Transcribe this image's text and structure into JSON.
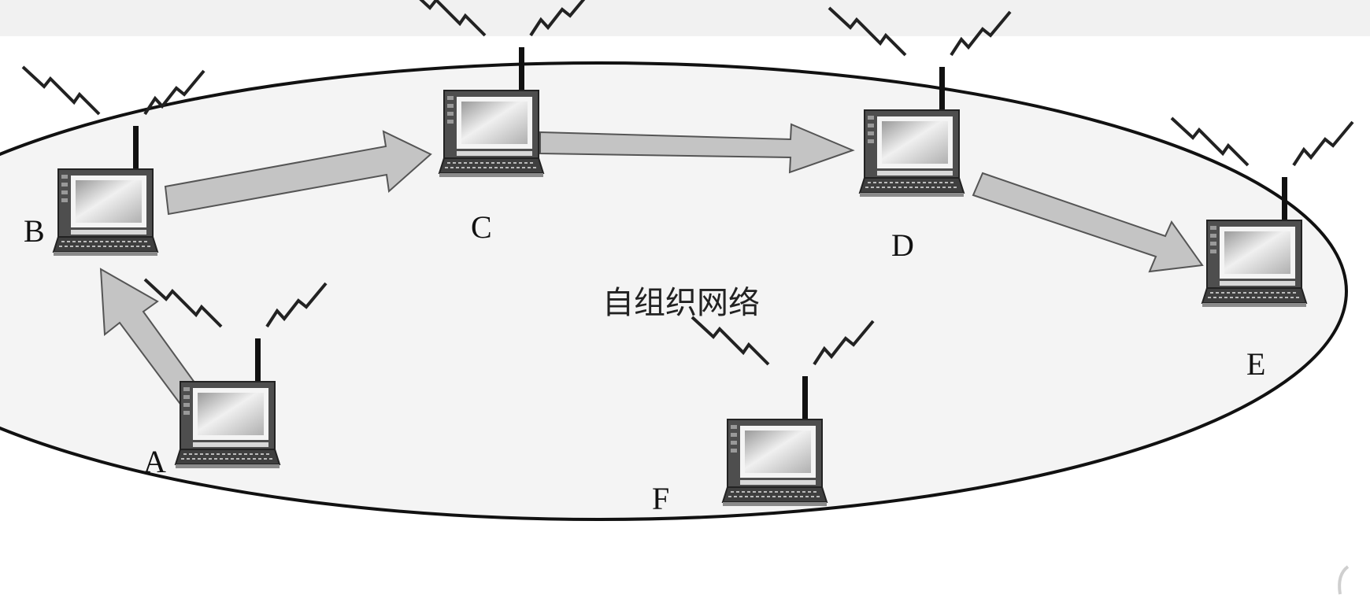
{
  "diagram": {
    "network_label": "自组织网络",
    "nodes": [
      {
        "id": "A",
        "label": "A"
      },
      {
        "id": "B",
        "label": "B"
      },
      {
        "id": "C",
        "label": "C"
      },
      {
        "id": "D",
        "label": "D"
      },
      {
        "id": "E",
        "label": "E"
      },
      {
        "id": "F",
        "label": "F"
      }
    ],
    "edges": [
      {
        "from": "A",
        "to": "B"
      },
      {
        "from": "B",
        "to": "C"
      },
      {
        "from": "C",
        "to": "D"
      },
      {
        "from": "D",
        "to": "E"
      }
    ]
  },
  "colors": {
    "ellipse_fill": "#f4f4f4",
    "ellipse_stroke": "#111111",
    "arrow_fill": "#c4c4c4",
    "arrow_stroke": "#555555",
    "device_body": "#5a5a5a",
    "device_screen": "#e8e8e8",
    "top_bar": "#f1f1f1"
  },
  "icons": {
    "device": "wireless-laptop-icon",
    "signal": "lightning-signal-icon"
  }
}
